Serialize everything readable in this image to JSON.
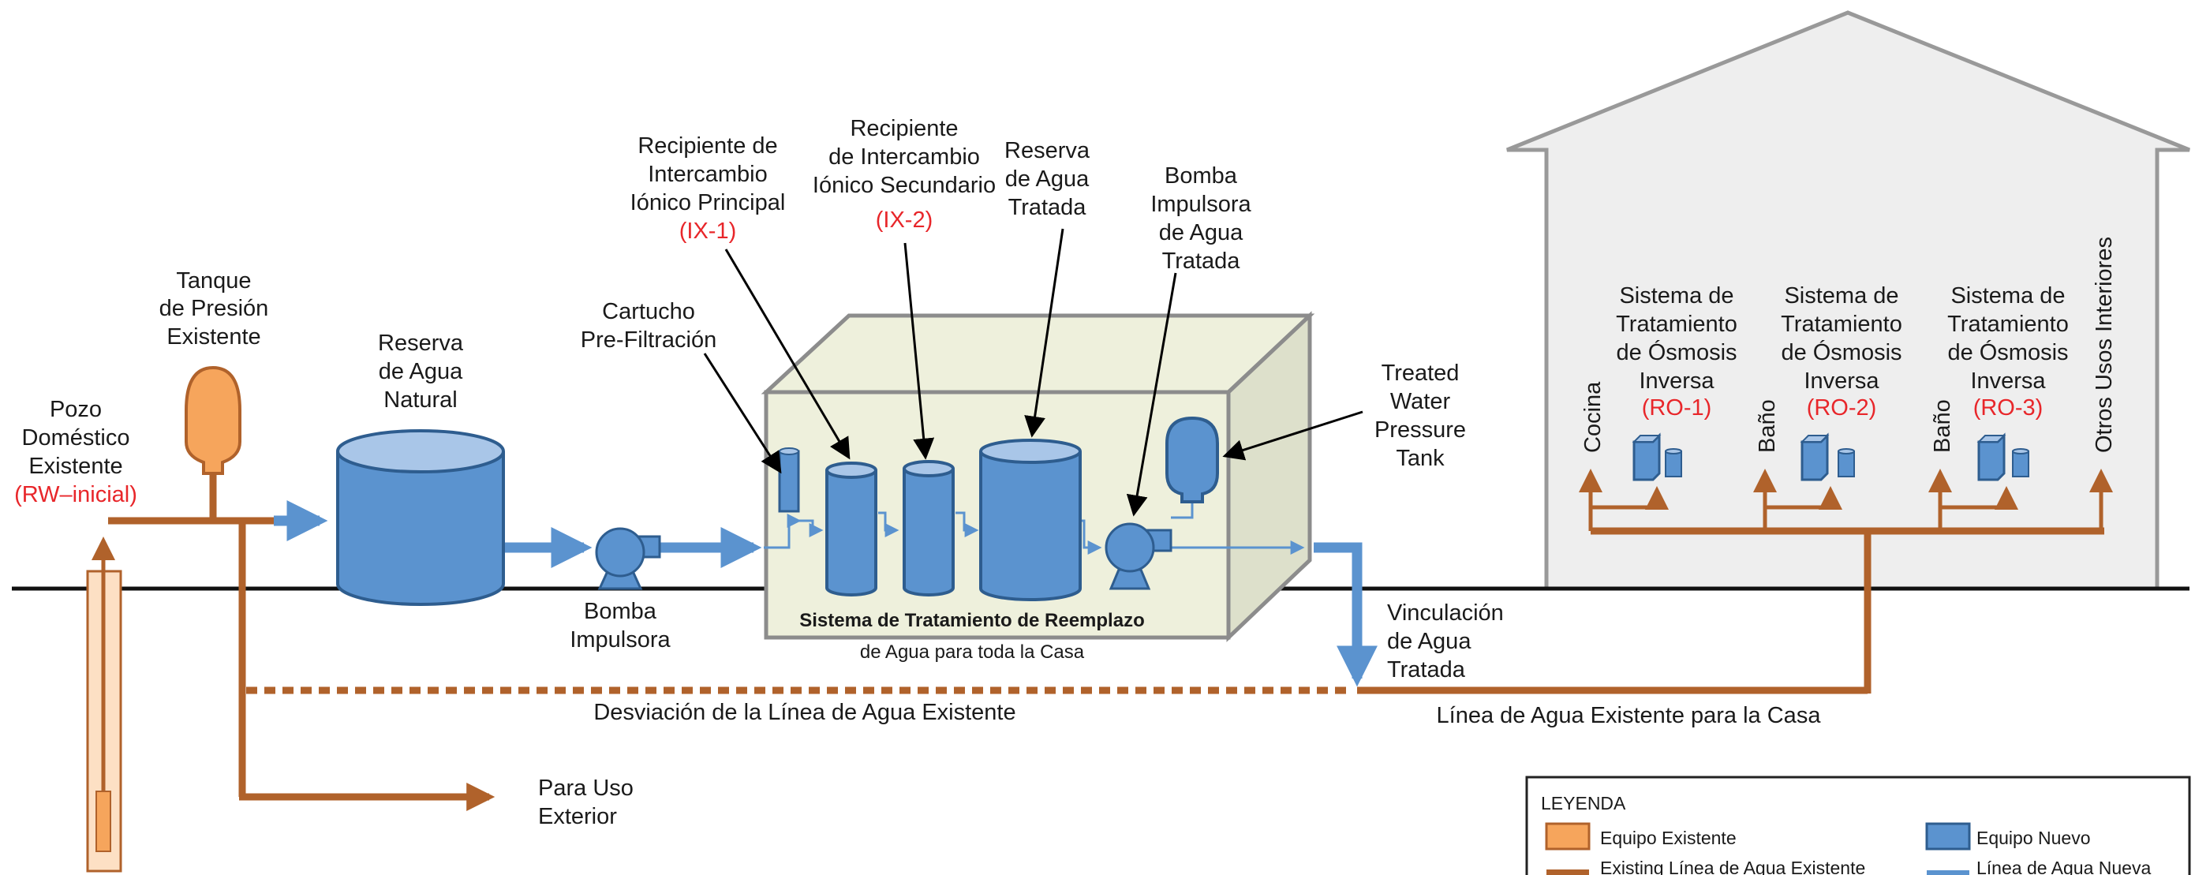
{
  "colors": {
    "existing_pipe": "#b0622b",
    "new_pipe": "#5b93cf",
    "new_equipment": "#5b93cf",
    "existing_equipment": "#f6a55c",
    "label_code": "#e8262a",
    "box_fill": "#eef0dc",
    "house_fill": "#eeeeee"
  },
  "labels": {
    "well": {
      "lines": [
        "Pozo",
        "Doméstico",
        "Existente"
      ],
      "code": "(RW–inicial)"
    },
    "pressure_tank": {
      "lines": [
        "Tanque",
        "de Presión",
        "Existente"
      ]
    },
    "raw_reservoir": {
      "lines": [
        "Reserva",
        "de Agua",
        "Natural"
      ]
    },
    "booster_pump": {
      "lines": [
        "Bomba",
        "Impulsora"
      ]
    },
    "prefilter": {
      "lines": [
        "Cartucho",
        "Pre-Filtración"
      ]
    },
    "ix1": {
      "lines": [
        "Recipiente de",
        "Intercambio",
        "Iónico Principal"
      ],
      "code": "(IX-1)"
    },
    "ix2": {
      "lines": [
        "Recipiente",
        "de Intercambio",
        "Iónico Secundario"
      ],
      "code": "(IX-2)"
    },
    "treated_reservoir": {
      "lines": [
        "Reserva",
        "de Agua",
        "Tratada"
      ]
    },
    "treated_pump": {
      "lines": [
        "Bomba",
        "Impulsora",
        "de Agua",
        "Tratada"
      ]
    },
    "treated_tank": {
      "lines": [
        "Treated",
        "Water",
        "Pressure",
        "Tank"
      ]
    },
    "system_box": {
      "lines": [
        "Sistema de Tratamiento de Reemplazo",
        "de Agua para toda la Casa"
      ]
    },
    "tie_in": {
      "lines": [
        "Vinculación",
        "de Agua",
        "Tratada"
      ]
    },
    "bypass": "Desviación de la Línea de Agua Existente",
    "house_line": "Línea de Agua Existente para la Casa",
    "outdoor": {
      "lines": [
        "Para Uso",
        "Exterior"
      ]
    },
    "ro1": {
      "lines": [
        "Sistema de",
        "Tratamiento",
        "de Ósmosis",
        "Inversa"
      ],
      "code": "(RO-1)"
    },
    "ro2": {
      "lines": [
        "Sistema de",
        "Tratamiento",
        "de Ósmosis",
        "Inversa"
      ],
      "code": "(RO-2)"
    },
    "ro3": {
      "lines": [
        "Sistema de",
        "Tratamiento",
        "de Ósmosis",
        "Inversa"
      ],
      "code": "(RO-3)"
    },
    "cocina": "Cocina",
    "bano1": "Baño",
    "bano2": "Baño",
    "otros": "Otros Usos Interiores"
  },
  "legend": {
    "title": "LEYENDA",
    "existing_equipment": "Equipo Existente",
    "new_equipment": "Equipo Nuevo",
    "existing_line": "Existing Línea de Agua Existente",
    "new_line": "Línea de Agua Nueva"
  }
}
